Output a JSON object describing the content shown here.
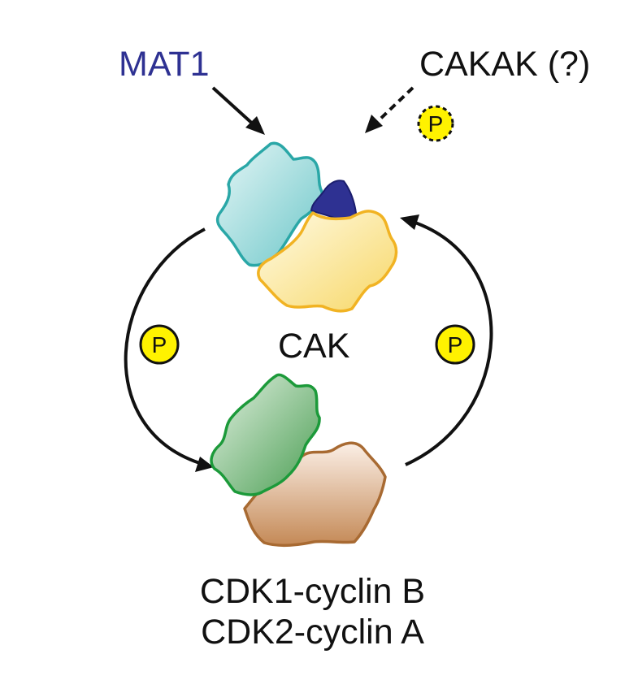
{
  "labels": {
    "mat1": "MAT1",
    "cakak": "CAKAK (?)",
    "cak": "CAK",
    "substrate_line1": "CDK1-cyclin B",
    "substrate_line2": "CDK2-cyclin A",
    "phospho": "P"
  },
  "colors": {
    "mat1_text": "#2e3192",
    "cdk7_fill": "#a9dede",
    "cdk7_stroke": "#2aa7a7",
    "mat1_fill": "#2e3192",
    "cyclinH_fill": "#fbe89a",
    "cyclinH_stroke": "#f1b323",
    "cdk_fill": "#76b779",
    "cdk_stroke": "#1c9a3a",
    "cyclin_fill": "#d2a27d",
    "cyclin_stroke": "#a86a32",
    "phospho_fill": "#fff200",
    "arrow": "#111111"
  }
}
